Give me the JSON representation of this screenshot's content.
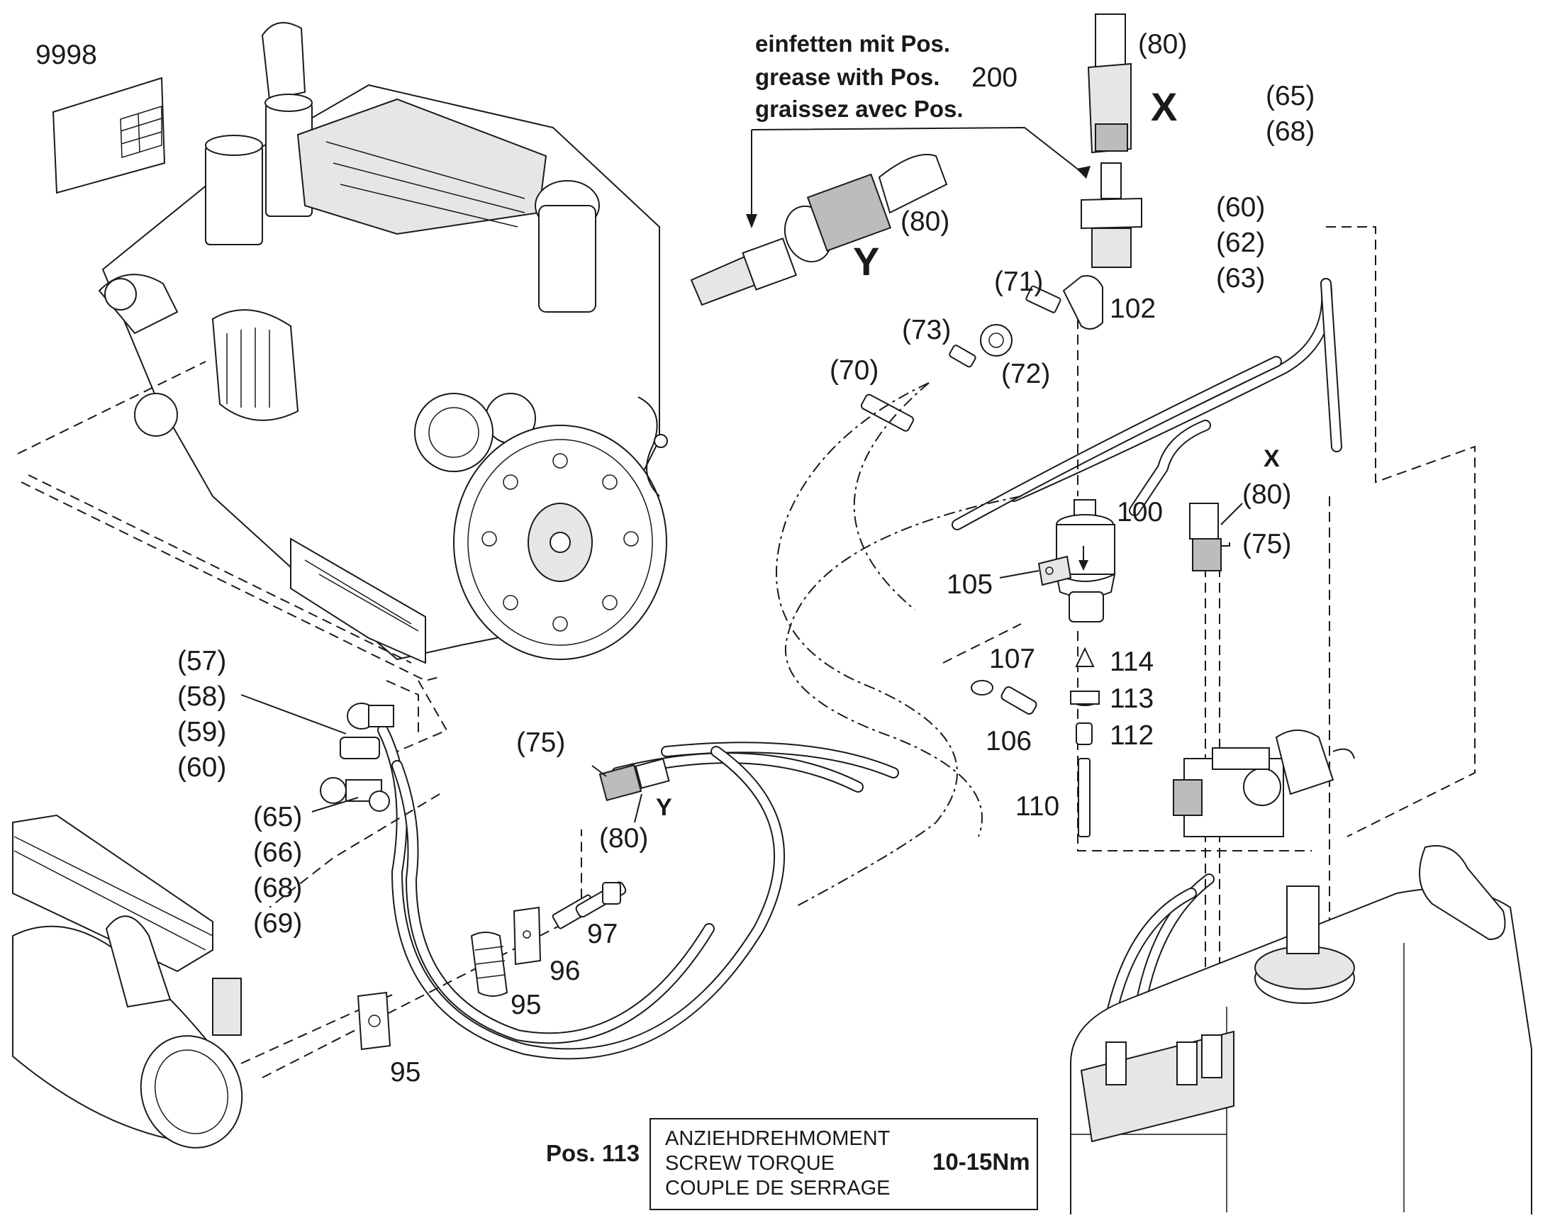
{
  "drawing_id": "9998",
  "grease_note": {
    "line_de": "einfetten mit Pos.",
    "line_en": "grease with Pos.",
    "line_fr": "graissez avec Pos.",
    "pos": "200"
  },
  "detail_marks": {
    "x_top": "X",
    "y_mid": "Y",
    "x_small": "X",
    "y_small": "Y"
  },
  "labels": {
    "p80_top": "(80)",
    "p80_y": "(80)",
    "p65_top": "(65)",
    "p68_top": "(68)",
    "p60_hose": "(60)",
    "p62_hose": "(62)",
    "p63_hose": "(63)",
    "p71": "(71)",
    "p73": "(73)",
    "p70": "(70)",
    "p72": "(72)",
    "p102": "102",
    "p100": "100",
    "p105": "105",
    "p80_x": "(80)",
    "p75_right": "(75)",
    "p107": "107",
    "p114": "114",
    "p113": "113",
    "p106": "106",
    "p112": "112",
    "p110": "110",
    "p57": "(57)",
    "p58": "(58)",
    "p59": "(59)",
    "p60_left": "(60)",
    "p65_left": "(65)",
    "p66": "(66)",
    "p68_left": "(68)",
    "p69": "(69)",
    "p75_mid": "(75)",
    "p80_bottom": "(80)",
    "p97": "97",
    "p96": "96",
    "p95_a": "95",
    "p95_b": "95"
  },
  "torque_box": {
    "pos_label": "Pos. 113",
    "line_de": "ANZIEHDREHMOMENT",
    "line_en": "SCREW TORQUE",
    "line_fr": "COUPLE DE SERRAGE",
    "value": "10-15Nm"
  }
}
